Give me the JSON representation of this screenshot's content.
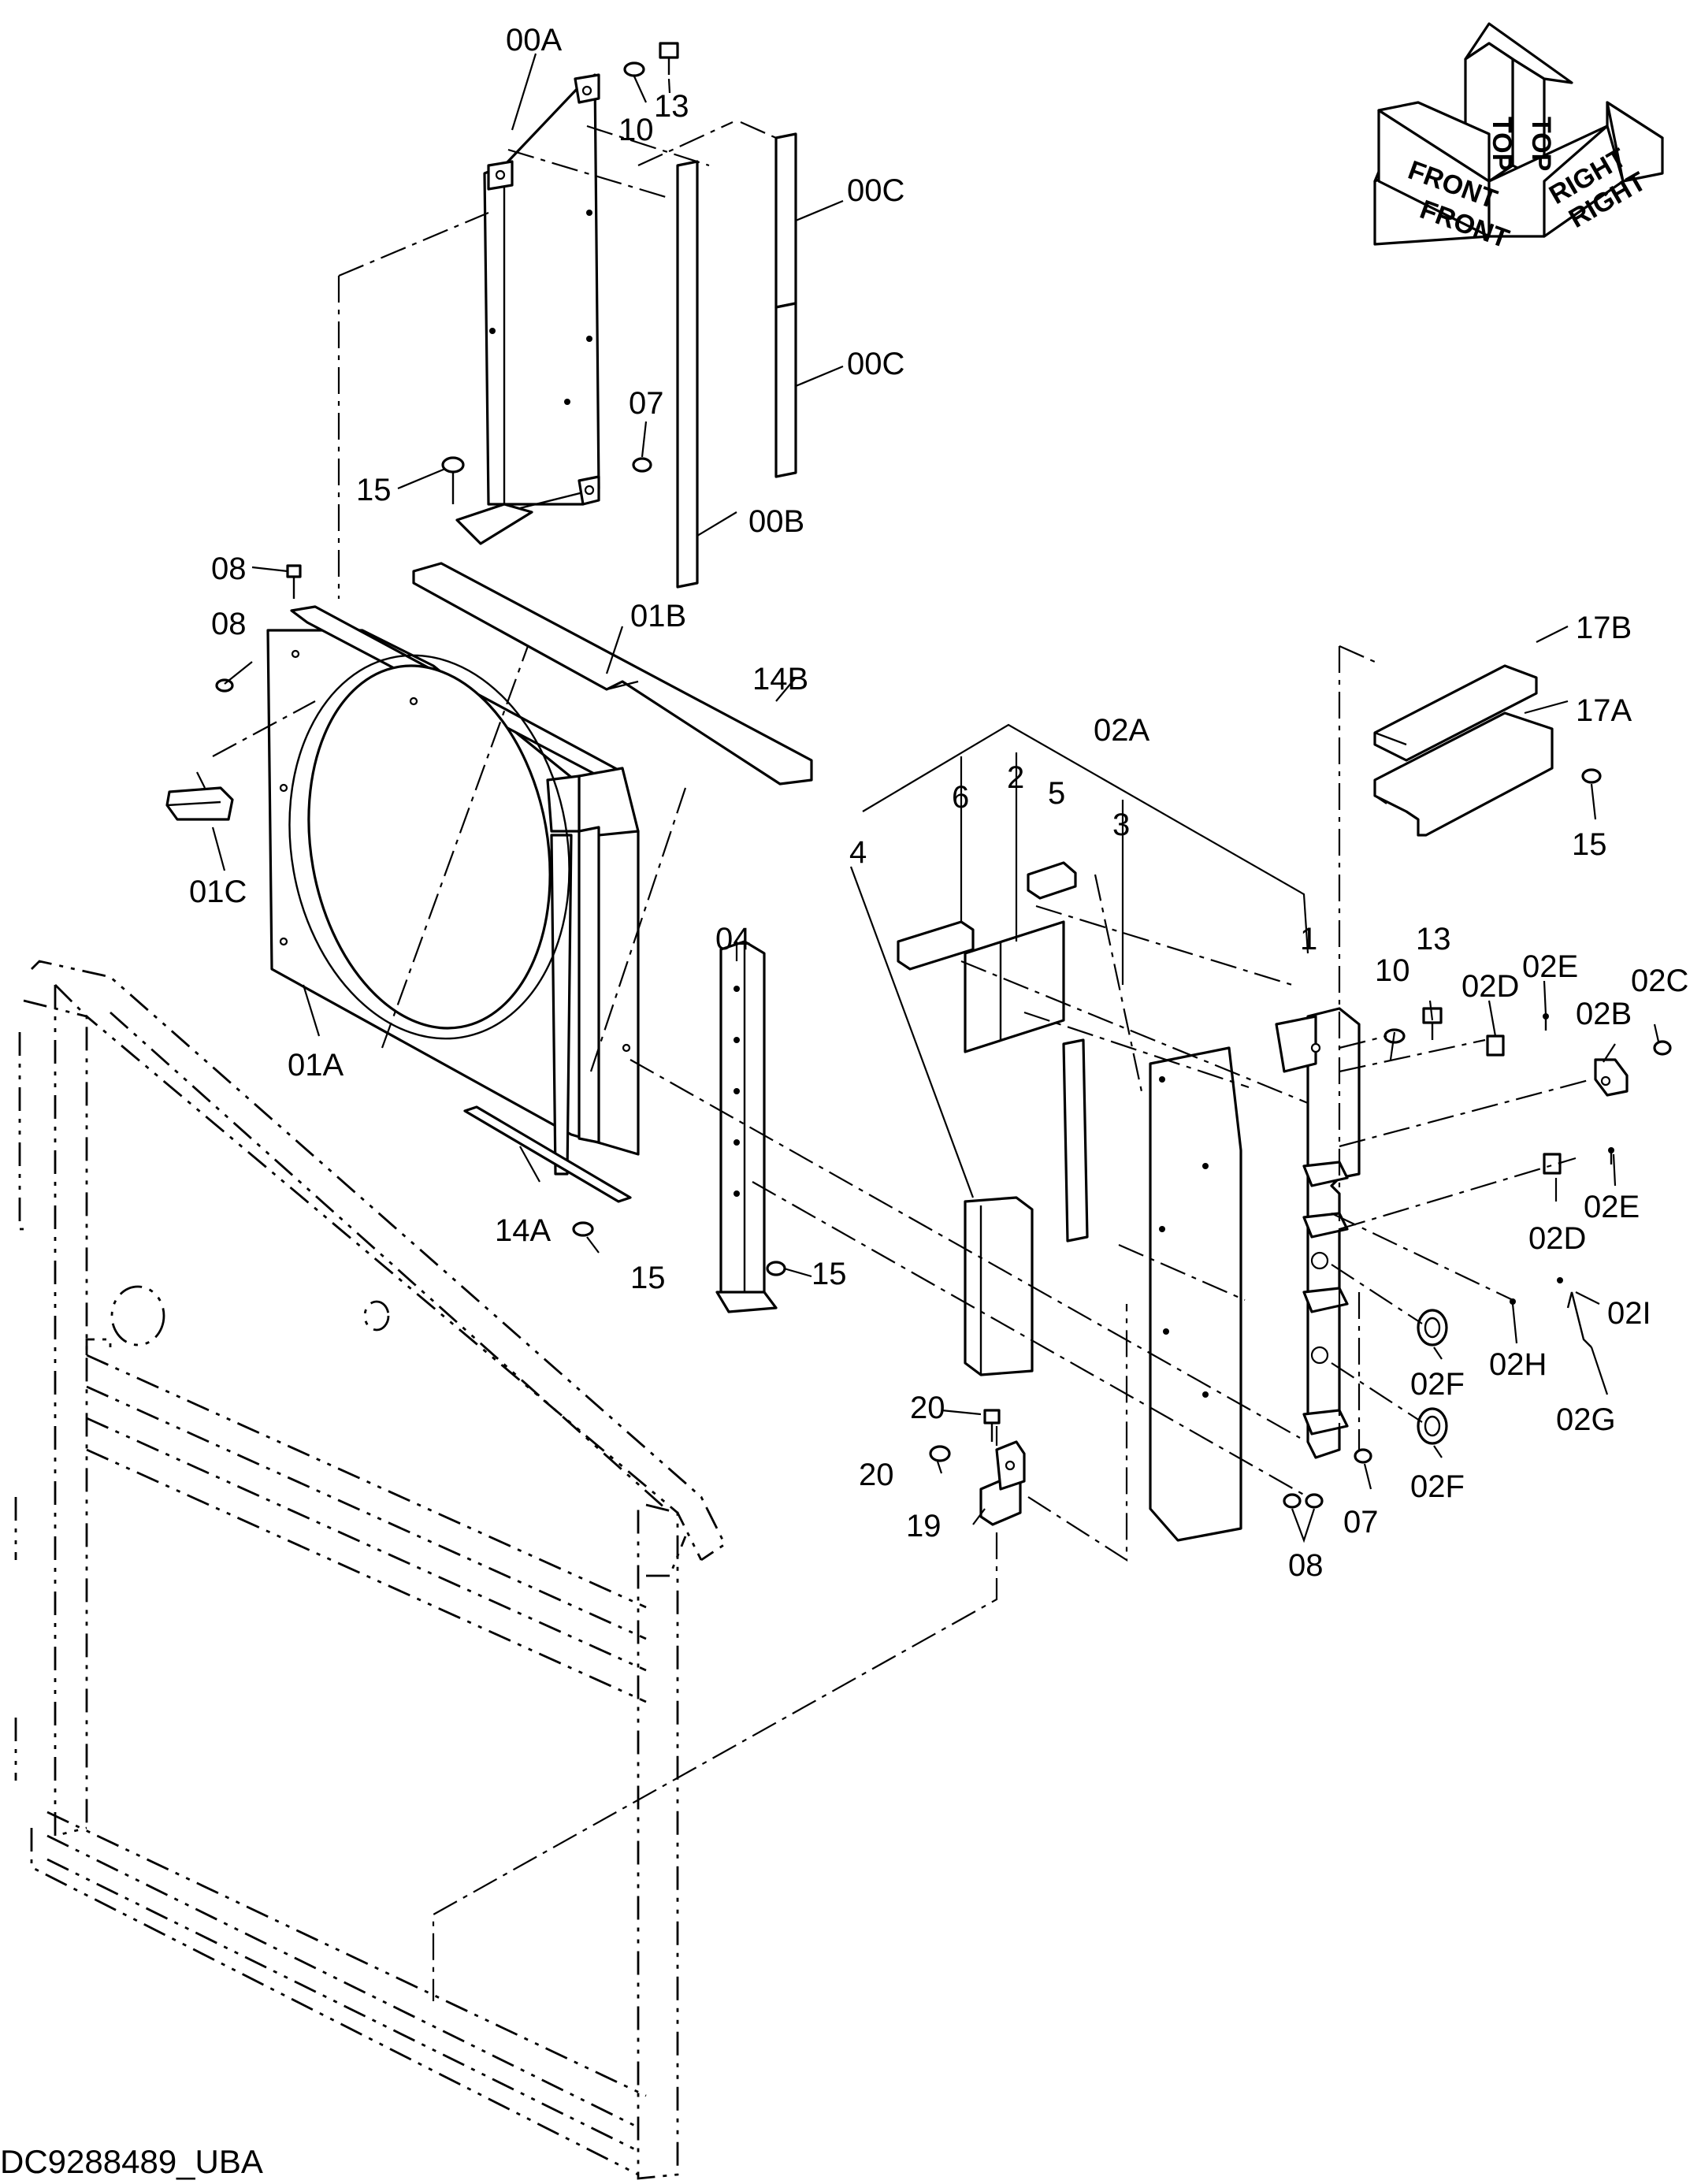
{
  "drawing_code": "DC9288489_UBA",
  "orientation": {
    "front": "FRONT",
    "top": "TOP",
    "right": "RIGHT"
  },
  "labels": {
    "l00A": "00A",
    "l10a": "10",
    "l13a": "13",
    "l00C1": "00C",
    "l00C2": "00C",
    "l07a": "07",
    "l15a": "15",
    "l00B": "00B",
    "l08a": "08",
    "l08b": "08",
    "l01B": "01B",
    "l14B": "14B",
    "l01C": "01C",
    "l01A": "01A",
    "l14A": "14A",
    "l15b": "15",
    "l04": "04",
    "l15c": "15",
    "l17B": "17B",
    "l17A": "17A",
    "l15d": "15",
    "l02A": "02A",
    "l6": "6",
    "l2": "2",
    "l5": "5",
    "l3": "3",
    "l4": "4",
    "l1": "1",
    "l10b": "10",
    "l13b": "13",
    "l02D1": "02D",
    "l02E1": "02E",
    "l02C": "02C",
    "l02B": "02B",
    "l02E2": "02E",
    "l02D2": "02D",
    "l02I": "02I",
    "l02H": "02H",
    "l02F1": "02F",
    "l02G": "02G",
    "l02F2": "02F",
    "l07b": "07",
    "l08c": "08",
    "l20a": "20",
    "l20b": "20",
    "l19": "19"
  },
  "colors": {
    "ink": "#000000",
    "paper": "#ffffff"
  }
}
